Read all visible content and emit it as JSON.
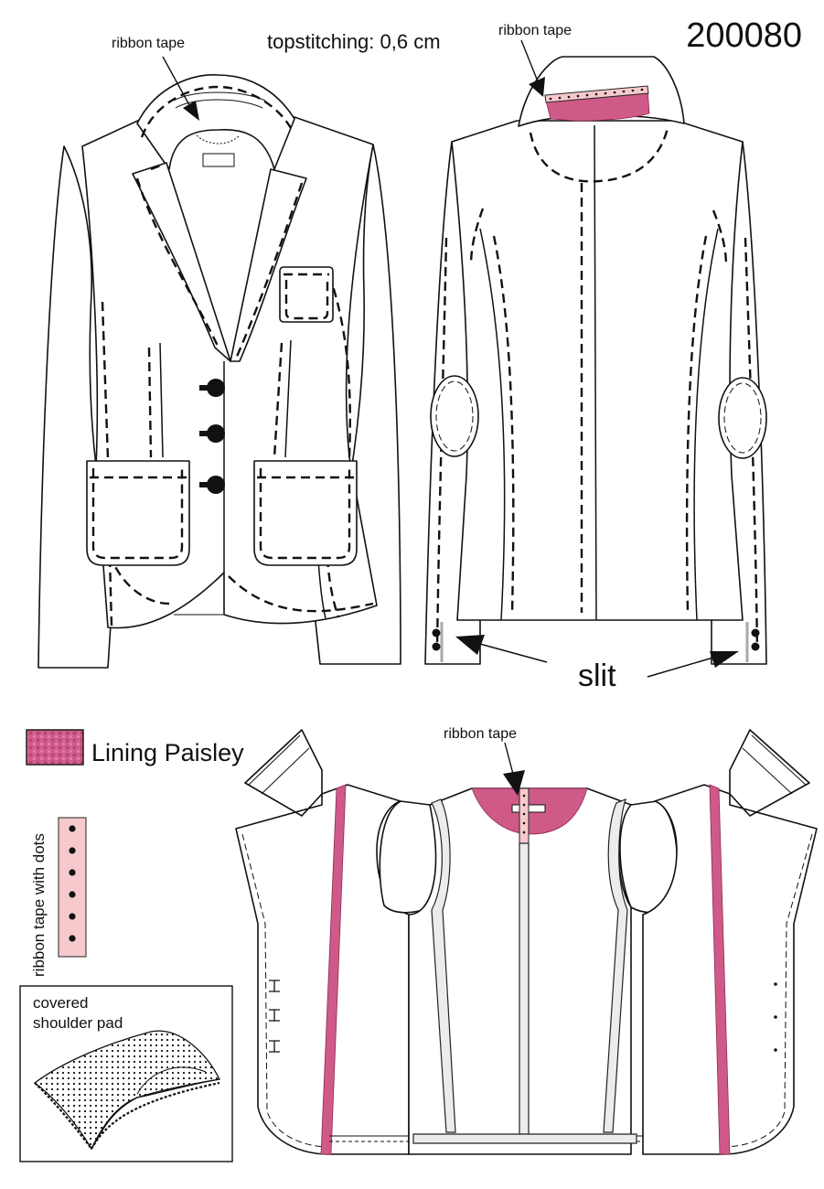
{
  "model_number": "200080",
  "topstitching": "topstitching: 0,6 cm",
  "ribbon_tape_front": "ribbon tape",
  "ribbon_tape_back": "ribbon tape",
  "ribbon_tape_inside": "ribbon tape",
  "slit": "slit",
  "legend": {
    "lining_label": "Lining Paisley",
    "lining_color": "#cf5a88",
    "tape_label": "ribbon tape with dots",
    "tape_color": "#f6c9cc"
  },
  "shoulder_pad_label_1": "covered",
  "shoulder_pad_label_2": "shoulder pad"
}
